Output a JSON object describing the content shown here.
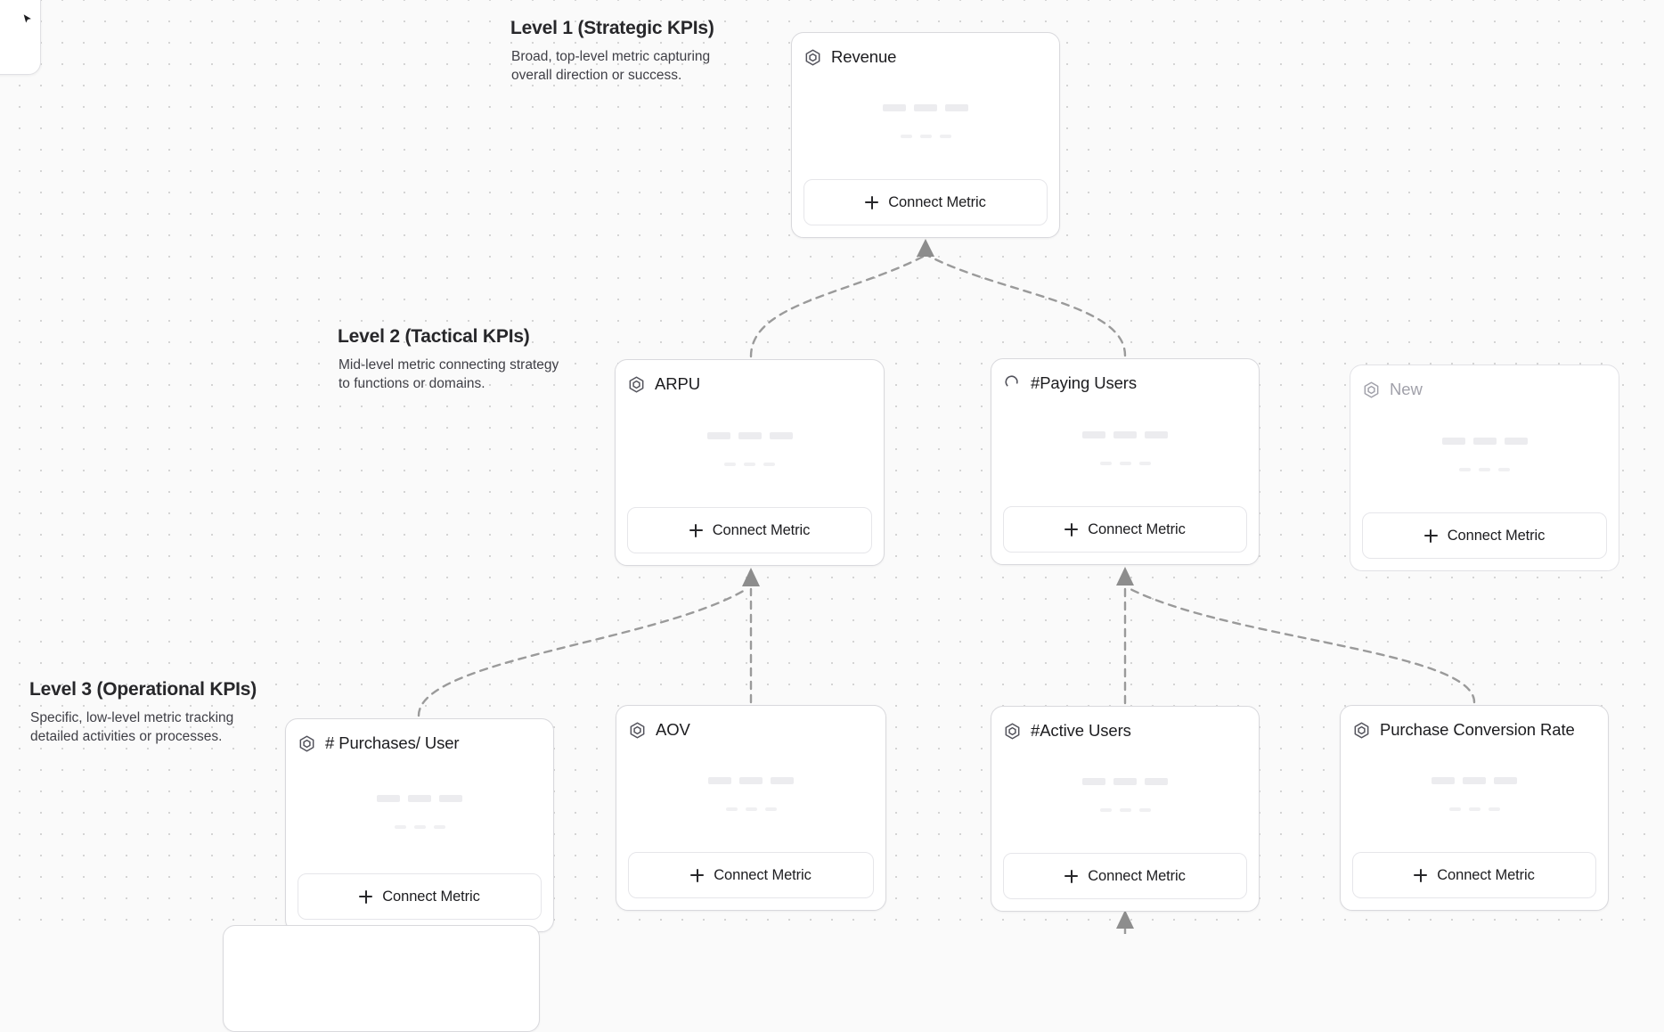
{
  "canvas": {
    "background_color": "#fafafa",
    "dot_color": "#d4d4d4",
    "edge_color": "#9a9a9a"
  },
  "levels": [
    {
      "id": "level-1",
      "title": "Level 1 (Strategic KPIs)",
      "description": "Broad, top-level metric capturing overall direction or success."
    },
    {
      "id": "level-2",
      "title": "Level 2 (Tactical KPIs)",
      "description": "Mid-level metric connecting strategy to functions or domains."
    },
    {
      "id": "level-3",
      "title": "Level 3 (Operational KPIs)",
      "description": "Specific, low-level metric tracking detailed activities or processes."
    }
  ],
  "cards": {
    "revenue": {
      "title": "Revenue",
      "icon": "hexagon-icon",
      "connect_label": "Connect Metric",
      "state": "normal"
    },
    "arpu": {
      "title": "ARPU",
      "icon": "hexagon-icon",
      "connect_label": "Connect Metric",
      "state": "normal"
    },
    "paying": {
      "title": "#Paying Users",
      "icon": "spinner-icon",
      "connect_label": "Connect Metric",
      "state": "loading"
    },
    "new": {
      "title": "New",
      "icon": "hexagon-icon",
      "connect_label": "Connect Metric",
      "state": "muted"
    },
    "purchases": {
      "title": "# Purchases/ User",
      "icon": "hexagon-icon",
      "connect_label": "Connect Metric",
      "state": "normal"
    },
    "aov": {
      "title": "AOV",
      "icon": "hexagon-icon",
      "connect_label": "Connect Metric",
      "state": "normal"
    },
    "active": {
      "title": "#Active Users",
      "icon": "hexagon-icon",
      "connect_label": "Connect Metric",
      "state": "normal"
    },
    "conversion": {
      "title": "Purchase Conversion Rate",
      "icon": "hexagon-icon",
      "connect_label": "Connect Metric",
      "state": "normal"
    }
  },
  "connections": [
    {
      "from": "arpu",
      "to": "revenue"
    },
    {
      "from": "paying",
      "to": "revenue"
    },
    {
      "from": "purchases",
      "to": "arpu"
    },
    {
      "from": "aov",
      "to": "arpu"
    },
    {
      "from": "active",
      "to": "paying"
    },
    {
      "from": "conversion",
      "to": "paying"
    }
  ]
}
